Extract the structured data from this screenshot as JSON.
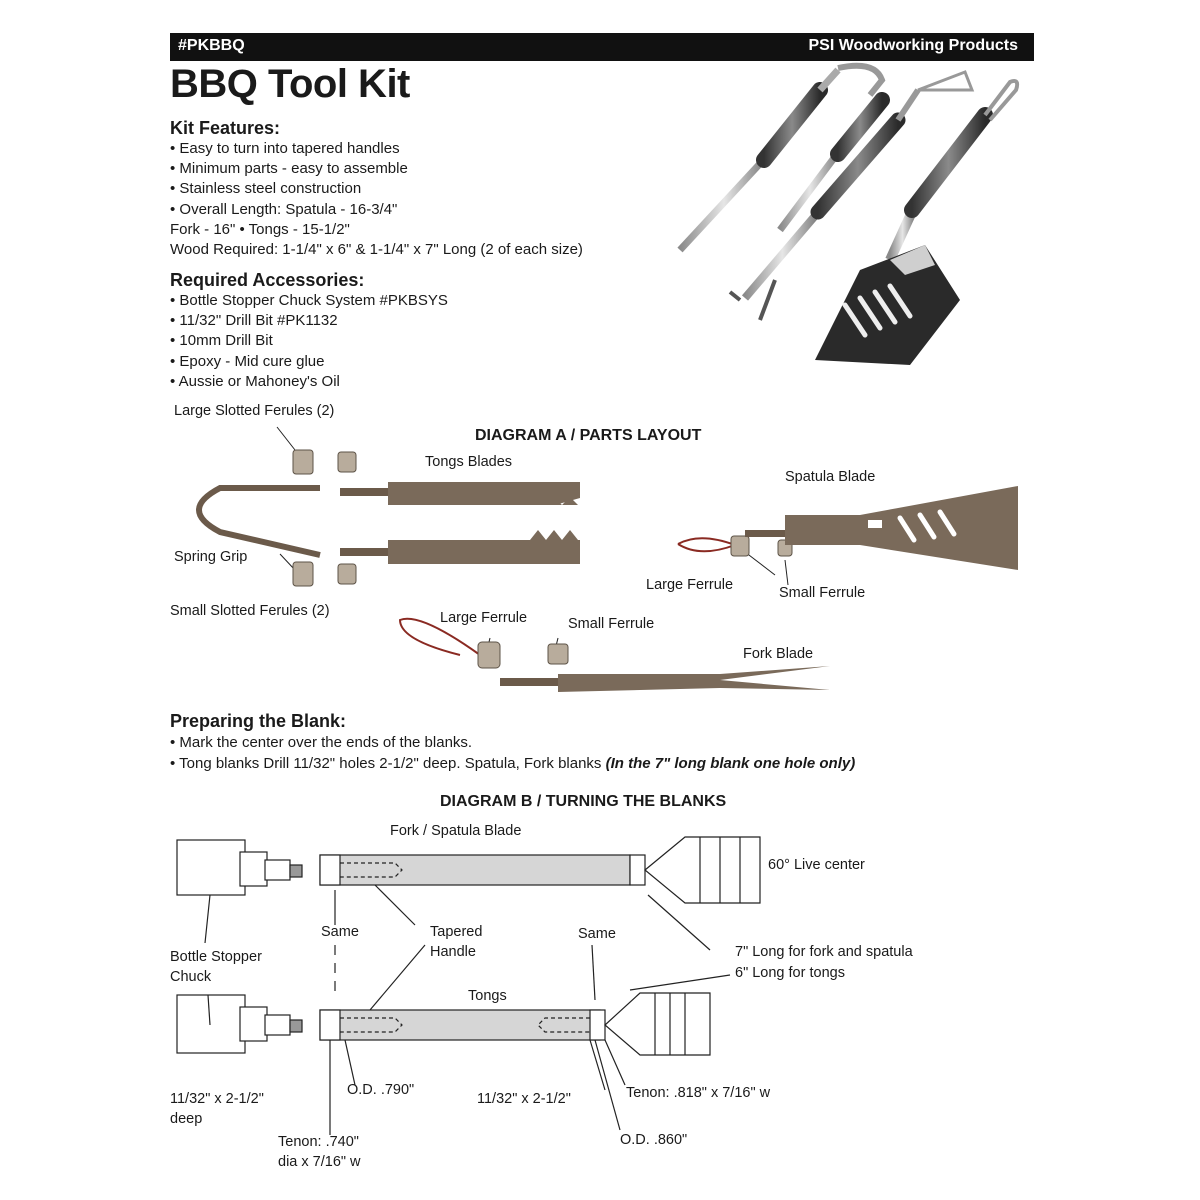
{
  "header": {
    "code": "#PKBBQ",
    "brand": "PSI Woodworking Products"
  },
  "title": "BBQ Tool Kit",
  "features": {
    "heading": "Kit Features:",
    "items": [
      "• Easy to turn into tapered handles",
      "• Minimum parts - easy to assemble",
      "• Stainless steel construction",
      "• Overall Length: Spatula - 16-3/4\"",
      "Fork - 16\" • Tongs - 15-1/2\"",
      "Wood Required: 1-1/4\" x 6\" & 1-1/4\" x 7\" Long (2 of each size)"
    ]
  },
  "accessories": {
    "heading": "Required Accessories:",
    "items": [
      "• Bottle Stopper Chuck System #PKBSYS",
      "• 11/32\" Drill Bit #PK1132",
      "• 10mm Drill Bit",
      "• Epoxy - Mid cure glue",
      "• Aussie or Mahoney's Oil"
    ]
  },
  "diagram_a": {
    "title": "DIAGRAM A / PARTS LAYOUT",
    "large_slotted": "Large Slotted Ferules (2)",
    "tongs_blades": "Tongs Blades",
    "spring_grip": "Spring Grip",
    "small_slotted": "Small Slotted Ferules (2)",
    "spatula_blade": "Spatula Blade",
    "large_ferrule_1": "Large Ferrule",
    "small_ferrule_1": "Small Ferrule",
    "large_ferrule_2": "Large Ferrule",
    "small_ferrule_2": "Small Ferrule",
    "fork_blade": "Fork Blade"
  },
  "preparing": {
    "heading": "Preparing the Blank:",
    "line1": "• Mark the center over the ends of the blanks.",
    "line2_main": "• Tong blanks Drill 11/32\" holes 2-1/2\" deep. Spatula, Fork blanks ",
    "line2_note": "(In the 7\" long blank one hole only)"
  },
  "diagram_b": {
    "title": "DIAGRAM B / TURNING THE BLANKS",
    "fork_spatula": "Fork  / Spatula Blade",
    "live_center": "60° Live center",
    "same_left": "Same",
    "tapered_1": "Tapered",
    "tapered_2": "Handle",
    "same_right": "Same",
    "chuck_1": "Bottle Stopper",
    "chuck_2": "Chuck",
    "long_fork": "7\" Long for fork and spatula",
    "long_tongs": "6\" Long for tongs",
    "tongs": "Tongs",
    "drill_1": "11/32\" x 2-1/2\"",
    "drill_2": "deep",
    "od_790": "O.D. .790\"",
    "drill_right": "11/32\" x 2-1/2\"",
    "tenon_818": "Tenon: .818\" x 7/16\" w",
    "tenon_740_1": "Tenon: .740\"",
    "tenon_740_2": "dia x 7/16\" w",
    "od_860": "O.D. .860\""
  }
}
